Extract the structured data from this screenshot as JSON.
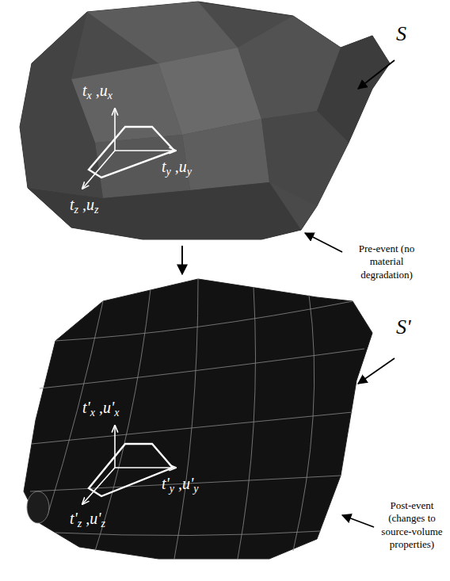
{
  "diagram": {
    "labels": [
      "S",
      "tx ,ux",
      "ty ,uy",
      "tz ,uz",
      "Pre-event (no material degradation)",
      "S'",
      "t'x ,u'x",
      "t'y ,u'y",
      "t'z ,u'z",
      "Post-event (changes to source-volume properties)"
    ]
  }
}
